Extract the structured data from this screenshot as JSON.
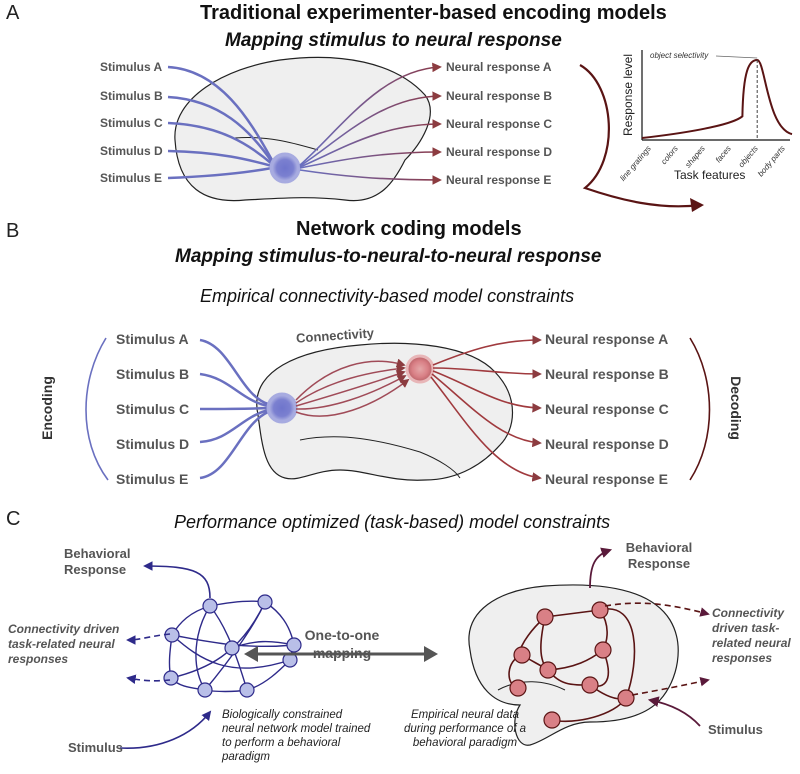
{
  "panels": {
    "a": {
      "letter": "A",
      "title": "Traditional experimenter-based encoding models",
      "subtitle": "Mapping stimulus to neural response",
      "stimuli": [
        "Stimulus A",
        "Stimulus B",
        "Stimulus C",
        "Stimulus D",
        "Stimulus E"
      ],
      "responses": [
        "Neural response A",
        "Neural response B",
        "Neural response C",
        "Neural response D",
        "Neural response E"
      ]
    },
    "b": {
      "letter": "B",
      "title": "Network coding models",
      "subtitle": "Mapping stimulus-to-neural-to-neural response",
      "constraint": "Empirical connectivity-based model constraints",
      "connectivity": "Connectivity",
      "encoding": "Encoding",
      "decoding": "Decoding",
      "stimuli": [
        "Stimulus A",
        "Stimulus B",
        "Stimulus C",
        "Stimulus D",
        "Stimulus E"
      ],
      "responses": [
        "Neural response A",
        "Neural response B",
        "Neural response C",
        "Neural response D",
        "Neural response E"
      ]
    },
    "c": {
      "letter": "C",
      "title": "Performance optimized (task-based) model constraints",
      "left": {
        "behavioral_response": "Behavioral Response",
        "connectivity": "Connectivity driven task-related neural responses",
        "stimulus": "Stimulus",
        "caption": "Biologically constrained neural network model trained to perform a behavioral paradigm"
      },
      "mapping": "One-to-one mapping",
      "right": {
        "behavioral_response": "Behavioral Response",
        "connectivity": "Connectivity driven task-related neural responses",
        "stimulus": "Stimulus",
        "caption": "Empirical neural data during performance of a behavioral paradigm"
      }
    }
  },
  "chart_data": {
    "type": "line",
    "title": "object selectivity",
    "xlabel": "Task features",
    "ylabel": "Response level",
    "categories": [
      "line gratings",
      "colors",
      "shapes",
      "faces",
      "objects",
      "body parts"
    ],
    "peak_category": "objects",
    "values": [
      0.04,
      0.05,
      0.08,
      0.15,
      1.0,
      0.05
    ]
  },
  "colors": {
    "stimulus_blue": "#6a70c0",
    "node_blue": "#7479cc",
    "node_red": "#d98086",
    "response_red": "#8c3c40",
    "dark_red": "#5a1414",
    "network_blue": "#2e2a8a",
    "brain_fill": "#efefef"
  }
}
